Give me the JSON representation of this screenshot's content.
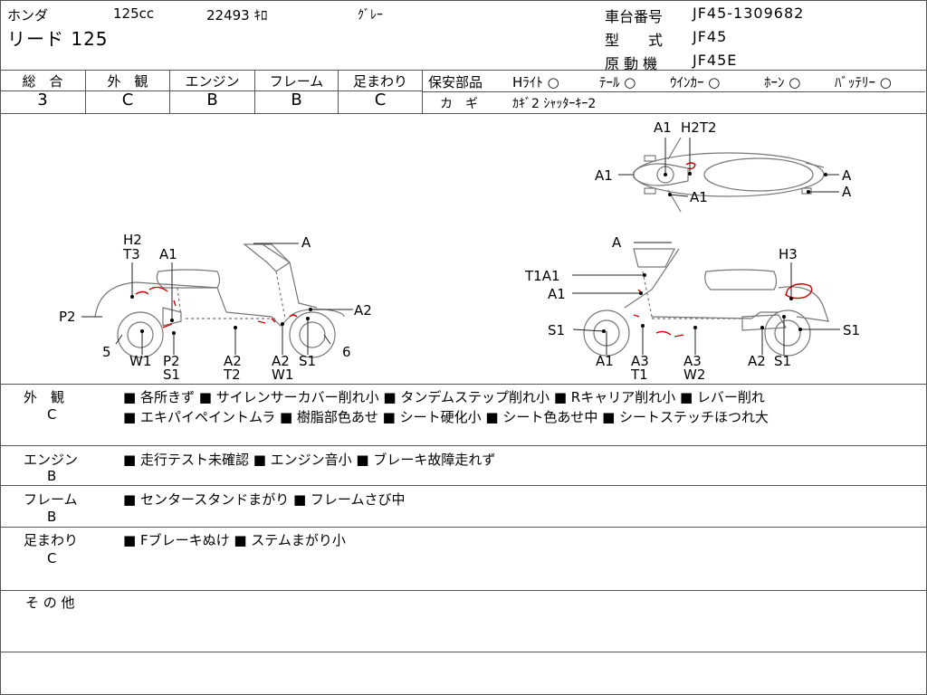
{
  "header": {
    "maker": "ホンダ",
    "displacement": "125cc",
    "mileage": "22493 ｷﾛ",
    "color": "ｸﾞﾚｰ",
    "model_name": "リード 125",
    "frame_no_label": "車台番号",
    "frame_no": "JF45-1309682",
    "type_label": "型　　式",
    "type": "JF45",
    "engine_label": "原 動 機",
    "engine": "JF45E"
  },
  "scores": {
    "headers": [
      "総　合",
      "外　観",
      "エンジン",
      "フレーム",
      "足まわり"
    ],
    "values": [
      "3",
      "C",
      "B",
      "B",
      "C"
    ]
  },
  "safety": {
    "label": "保安部品",
    "items": [
      {
        "name": "Hﾗｲﾄ",
        "mark": "○"
      },
      {
        "name": "ﾃｰﾙ",
        "mark": "○"
      },
      {
        "name": "ｳｲﾝｶｰ",
        "mark": "○"
      },
      {
        "name": "ﾎｰﾝ",
        "mark": "○"
      },
      {
        "name": "ﾊﾞｯﾃﾘｰ",
        "mark": "○"
      }
    ],
    "key_label": "カ　ギ",
    "key_value": "ｶｷﾞ2 ｼｬｯﾀｰｷｰ2"
  },
  "diagram_labels": {
    "top": [
      "A1",
      "H2T2",
      "A1",
      "A",
      "A",
      "A1"
    ],
    "left": [
      "A",
      "H2",
      "T3",
      "A1",
      "P2",
      "A2",
      "5",
      "6",
      "W1",
      "P2",
      "S1",
      "A2",
      "T2",
      "A2",
      "W1",
      "S1"
    ],
    "right": [
      "A",
      "H3",
      "T1A1",
      "A1",
      "S1",
      "S1",
      "A1",
      "A3",
      "T1",
      "A3",
      "W2",
      "A2",
      "S1"
    ]
  },
  "sections": [
    {
      "title": "外　観",
      "grade": "C",
      "lines": [
        "■ 各所きず ■ サイレンサーカバー削れ小 ■ タンデムステップ削れ小 ■ Rキャリア削れ小 ■ レバー削れ",
        "■ エキパイペイントムラ ■ 樹脂部色あせ ■ シート硬化小 ■ シート色あせ中 ■ シートステッチほつれ大"
      ]
    },
    {
      "title": "エンジン",
      "grade": "B",
      "lines": [
        "■ 走行テスト未確認 ■ エンジン音小 ■ ブレーキ故障走れず"
      ]
    },
    {
      "title": "フレーム",
      "grade": "B",
      "lines": [
        "■ センタースタンドまがり ■ フレームさび中"
      ]
    },
    {
      "title": "足まわり",
      "grade": "C",
      "lines": [
        "■ Fブレーキぬけ ■ ステムまがり小"
      ]
    },
    {
      "title": "そ の 他",
      "grade": "",
      "lines": []
    }
  ]
}
